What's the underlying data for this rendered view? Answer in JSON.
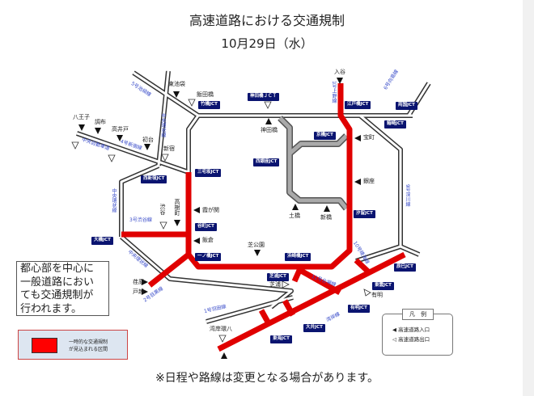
{
  "header": {
    "title": "高速道路における交通規制",
    "date": "10月29日（水）"
  },
  "colors": {
    "restricted": "#ff0000",
    "jct_box": "#0a1470",
    "route_label": "#3548c8",
    "closed_route": "#999999"
  },
  "jcts": [
    "竹橋JCT",
    "神田橋ＪＣＴ",
    "江戸橋JCT",
    "両国JCT",
    "箱崎JCT",
    "京橋JCT",
    "西銀座JCT",
    "汐留JCT",
    "三宅坂JCT",
    "西新宿JCT",
    "谷町JCT",
    "大橋JCT",
    "一ノ橋JCT",
    "浜崎橋JCT",
    "芝浦JCT",
    "辰巳JCT",
    "東雲JCT",
    "有明JCT",
    "大井JCT",
    "東海JCT"
  ],
  "routes": [
    "5号池袋線",
    "中央環状線",
    "4号新宿線",
    "中央自動車道",
    "中央環状線",
    "3号渋谷線",
    "1号上野線",
    "6号向島線",
    "9号深川線",
    "10号晴海線",
    "11号台場線",
    "中央環状線",
    "2号目黒線",
    "1号羽田線",
    "湾岸線"
  ],
  "places": {
    "entrances": [
      "東池袋",
      "入谷",
      "神田橋",
      "宝町",
      "銀座",
      "土橋",
      "新橋",
      "八王子",
      "調布",
      "高井戸",
      "初台",
      "高樹町",
      "霞が関",
      "飯倉",
      "芝公園",
      "荏原",
      "戸越"
    ],
    "exits": [
      "飯田橋",
      "新宿",
      "渋谷",
      "芝浦",
      "有明",
      "湾岸環八"
    ]
  },
  "note": {
    "lines": [
      "都心部を中心に",
      "一般道路におい",
      "ても交通規制が",
      "行われます。"
    ]
  },
  "red_legend": {
    "line1": "一時的な交通規制",
    "line2": "が見込まれる区間"
  },
  "legend": {
    "title": "凡　例",
    "entrance": "高速道路入口",
    "exit": "高速道路出口"
  },
  "footer": "※日程や路線は変更となる場合があります。"
}
